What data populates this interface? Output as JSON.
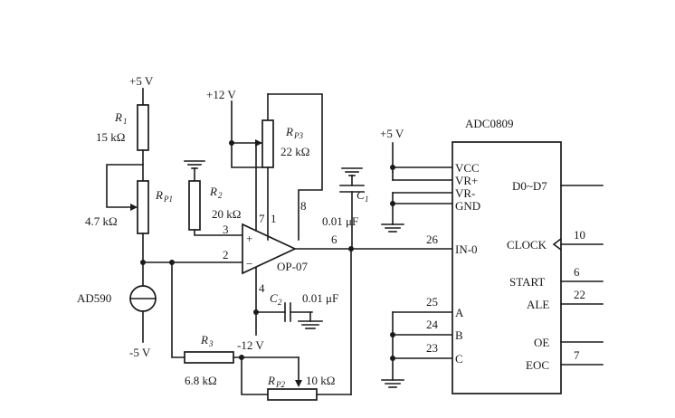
{
  "supply": {
    "plus5_left": "+5 V",
    "plus12": "+12 V",
    "plus5_adc": "+5 V",
    "minus12": "-12 V",
    "minus5": "-5 V"
  },
  "components": {
    "r1": {
      "name": "R",
      "sub": "1",
      "value": "15 kΩ"
    },
    "rp1": {
      "name": "R",
      "sub": "P1",
      "value": "4.7 kΩ"
    },
    "r2": {
      "name": "R",
      "sub": "2",
      "value": "20 kΩ"
    },
    "rp3": {
      "name": "R",
      "sub": "P3",
      "value": "22 kΩ"
    },
    "c1": {
      "name": "C",
      "sub": "1",
      "value": "0.01 μF"
    },
    "c2": {
      "name": "C",
      "sub": "2",
      "value": "0.01 μF"
    },
    "r3": {
      "name": "R",
      "sub": "3",
      "value": "6.8 kΩ"
    },
    "rp2": {
      "name": "R",
      "sub": "P2",
      "value": "10 kΩ"
    },
    "sensor": "AD590",
    "opamp": "OP-07",
    "adc": "ADC0809"
  },
  "opamp_pins": {
    "plus_sign": "+",
    "minus_sign": "−",
    "p1": "1",
    "p2": "2",
    "p3": "3",
    "p4": "4",
    "p6": "6",
    "p7": "7",
    "p8": "8"
  },
  "adc_pins": {
    "vcc": "VCC",
    "vrp": "VR+",
    "vrm": "VR-",
    "gnd": "GND",
    "in0": "IN-0",
    "a": "A",
    "b": "B",
    "c": "C",
    "d0d7": "D0~D7",
    "clock": "CLOCK",
    "start": "START",
    "ale": "ALE",
    "oe": "OE",
    "eoc": "EOC"
  },
  "adc_pin_numbers": {
    "in0": "26",
    "a": "25",
    "b": "24",
    "c": "23",
    "clock": "10",
    "start": "6",
    "ale": "22",
    "eoc": "7"
  }
}
